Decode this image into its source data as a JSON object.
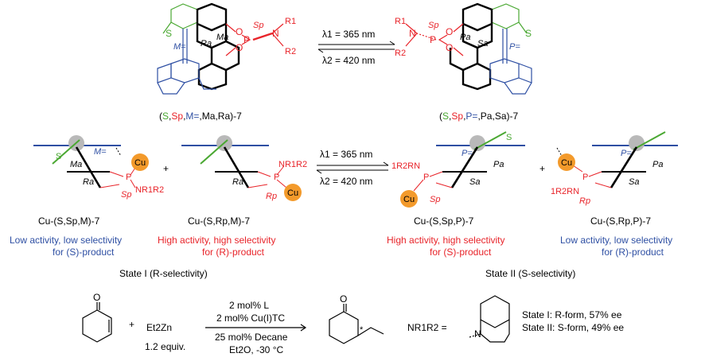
{
  "top": {
    "left_label": [
      "(",
      "S",
      ",",
      "S",
      "p",
      ",",
      "M",
      "=",
      ",",
      "M",
      "a",
      ",",
      "R",
      "a",
      ")-7"
    ],
    "right_label": [
      "(",
      "S",
      ",",
      "S",
      "p",
      ",",
      "P",
      "=",
      ",",
      "P",
      "a",
      ",",
      "S",
      "a",
      ")-7"
    ],
    "lambda1": "λ1 = 365 nm",
    "lambda2": "λ2 = 420 nm",
    "left_atoms": {
      "S": "S",
      "Sp": "Sp",
      "P": "P",
      "N": "N",
      "R1": "R1",
      "R2": "R2",
      "O": "O",
      "Ra": "Ra",
      "Ma": "Ma",
      "M": "M="
    },
    "right_atoms": {
      "S": "S",
      "Sp": "Sp",
      "P": "P",
      "N": "N",
      "R1": "R1",
      "R2": "R2",
      "O": "O",
      "Pa": "Pa",
      "Sa": "Sa",
      "P_eq": "P="
    }
  },
  "middle": {
    "lambda1": "λ1 = 365 nm",
    "lambda2": "λ2 = 420 nm",
    "complexes": [
      {
        "label": "Cu-(S,Sp,M)-7",
        "desc1": "Low activity, low selectivity",
        "desc2": "for (S)-product",
        "color": "#2e4fa3"
      },
      {
        "label": "Cu-(S,Rp,M)-7",
        "desc1": "High activity, high selectivity",
        "desc2": "for (R)-product",
        "color": "#e8242a"
      },
      {
        "label": "Cu-(S,Sp,P)-7",
        "desc1": "High activity, high selectivity",
        "desc2": "for (S)-product",
        "color": "#e8242a"
      },
      {
        "label": "Cu-(S,Rp,P)-7",
        "desc1": "Low activity, low selectivity",
        "desc2": "for (R)-product",
        "color": "#2e4fa3"
      }
    ],
    "state1": "State I (R-selectivity)",
    "state2": "State II (S-selectivity)",
    "plus": "+",
    "cu": "Cu"
  },
  "bottom": {
    "reagent": "Et2Zn",
    "equiv": "1.2 equiv.",
    "cond1": "2 mol% L",
    "cond2": "2 mol% Cu(I)TC",
    "cond3": "25 mol% Decane",
    "cond4": "Et2O, -30 °C",
    "nr_label": "NR1R2 =",
    "state1_result": "State I: R-form, 57% ee",
    "state2_result": "State II: S-form, 49% ee",
    "plus": "+",
    "O": "O",
    "N": "N"
  },
  "colors": {
    "red": "#e8242a",
    "blue": "#2e4fa3",
    "green": "#4aa832",
    "orange": "#f39a2b",
    "grey": "#b9b9b9"
  }
}
